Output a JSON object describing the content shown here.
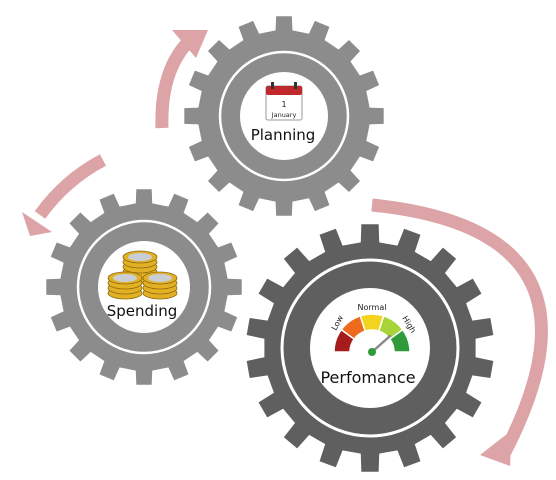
{
  "colors": {
    "arrow": "#dda4a8",
    "gear_light": "#8c8c8c",
    "gear_dark": "#5f5f5f",
    "inner_ring": "#ffffff",
    "hub": "#ffffff",
    "calendar_red": "#c0282b",
    "coin_gold": "#e2b024",
    "gauge_low": "#a61c1c",
    "gauge_mid": "#ee6a1d",
    "gauge_normal": "#f3d41f",
    "gauge_high": "#a8d43a",
    "gauge_green": "#2f9a3a"
  },
  "gears": {
    "planning": {
      "label": "Planning",
      "calendar_day": "1",
      "calendar_month": "January",
      "icon": "calendar-icon"
    },
    "spending": {
      "label": "Spending",
      "icon": "coin-stacks-icon"
    },
    "performance": {
      "label": "Perfomance",
      "icon": "speedometer-icon",
      "gauge": {
        "low": "Low",
        "normal": "Normal",
        "high": "High"
      }
    }
  },
  "arrows": [
    "arrow-spending-to-planning",
    "arrow-planning-to-spending",
    "arrow-to-performance"
  ]
}
